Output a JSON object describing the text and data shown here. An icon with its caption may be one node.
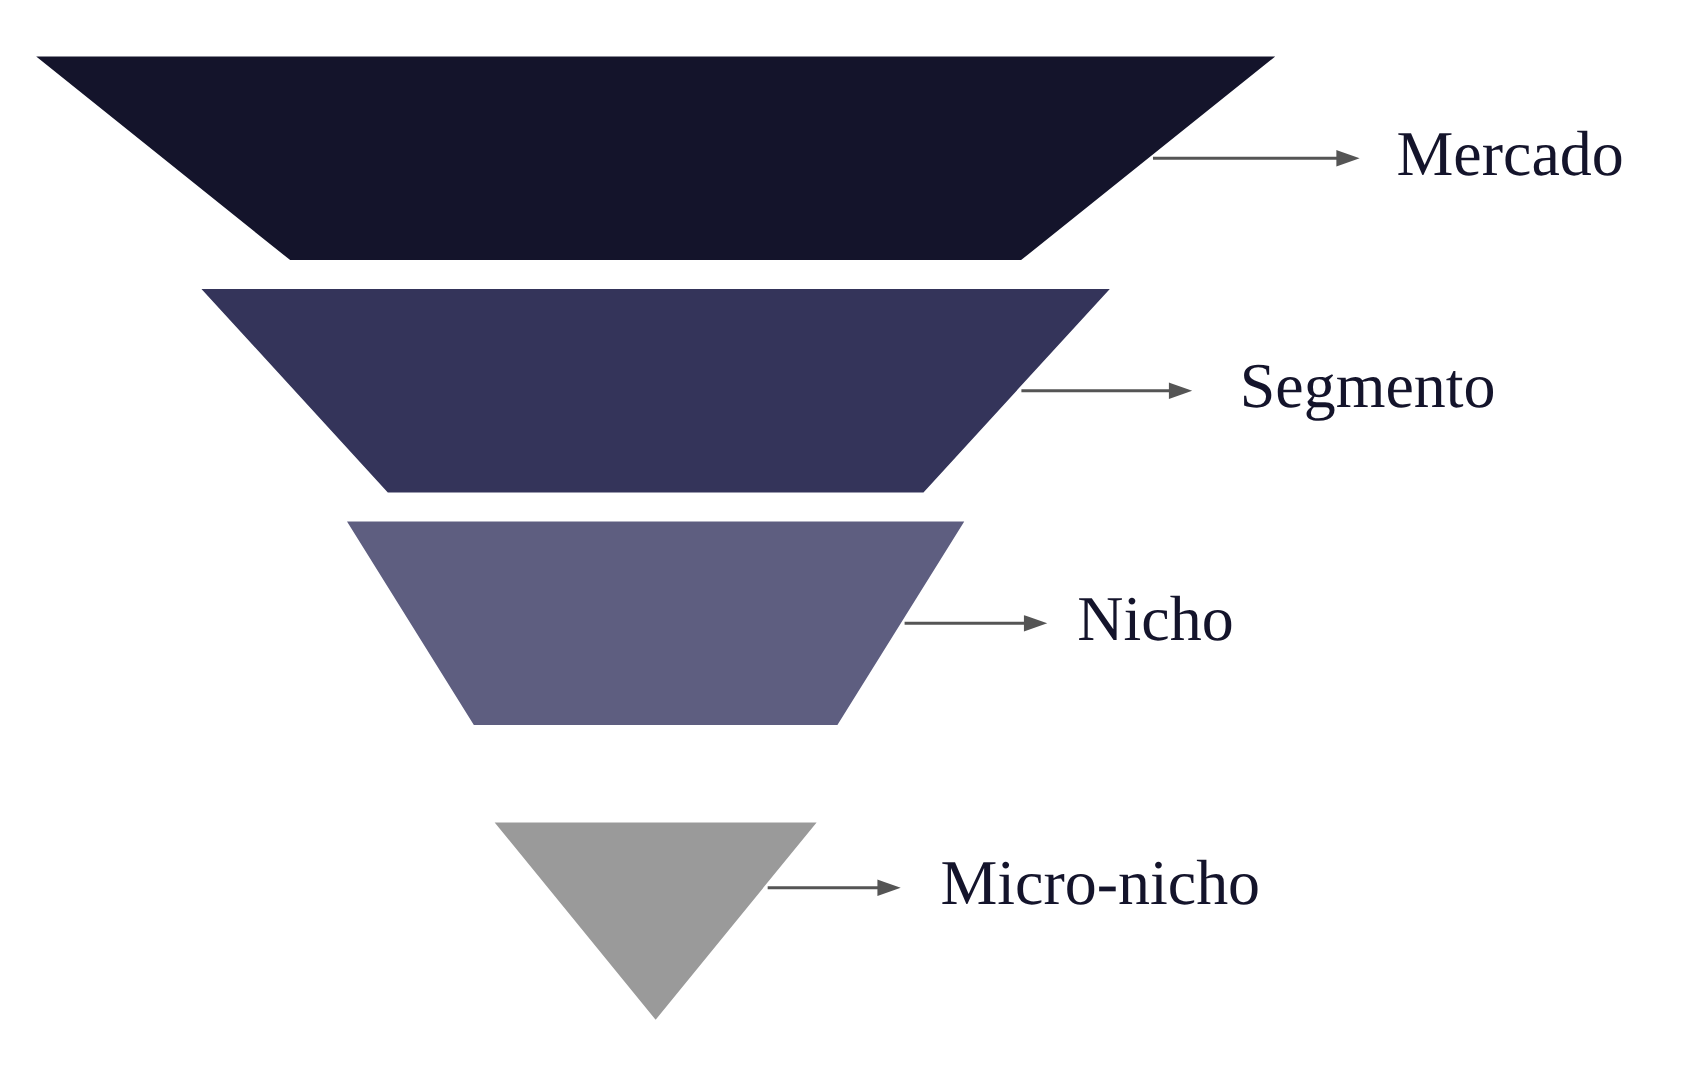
{
  "diagram": {
    "nodes": [
      {
        "text": [],
        "shape": "trapezium"
      },
      {
        "text": [
          "Mercado"
        ]
      },
      {
        "text": [],
        "shape": "trapezium"
      },
      {
        "text": [
          "Segmento"
        ]
      },
      {
        "text": [],
        "shape": "trapezium"
      },
      {
        "text": [
          "Nicho"
        ]
      },
      {
        "text": [],
        "shape": "triangle"
      },
      {
        "text": [
          "Micro-nicho"
        ]
      }
    ],
    "edges": [
      {
        "from": 0,
        "to": 1,
        "arrow": "to"
      },
      {
        "from": 2,
        "to": 3,
        "arrow": "to"
      },
      {
        "from": 4,
        "to": 5,
        "arrow": "to"
      },
      {
        "from": 6,
        "to": 7,
        "arrow": "to"
      }
    ]
  }
}
